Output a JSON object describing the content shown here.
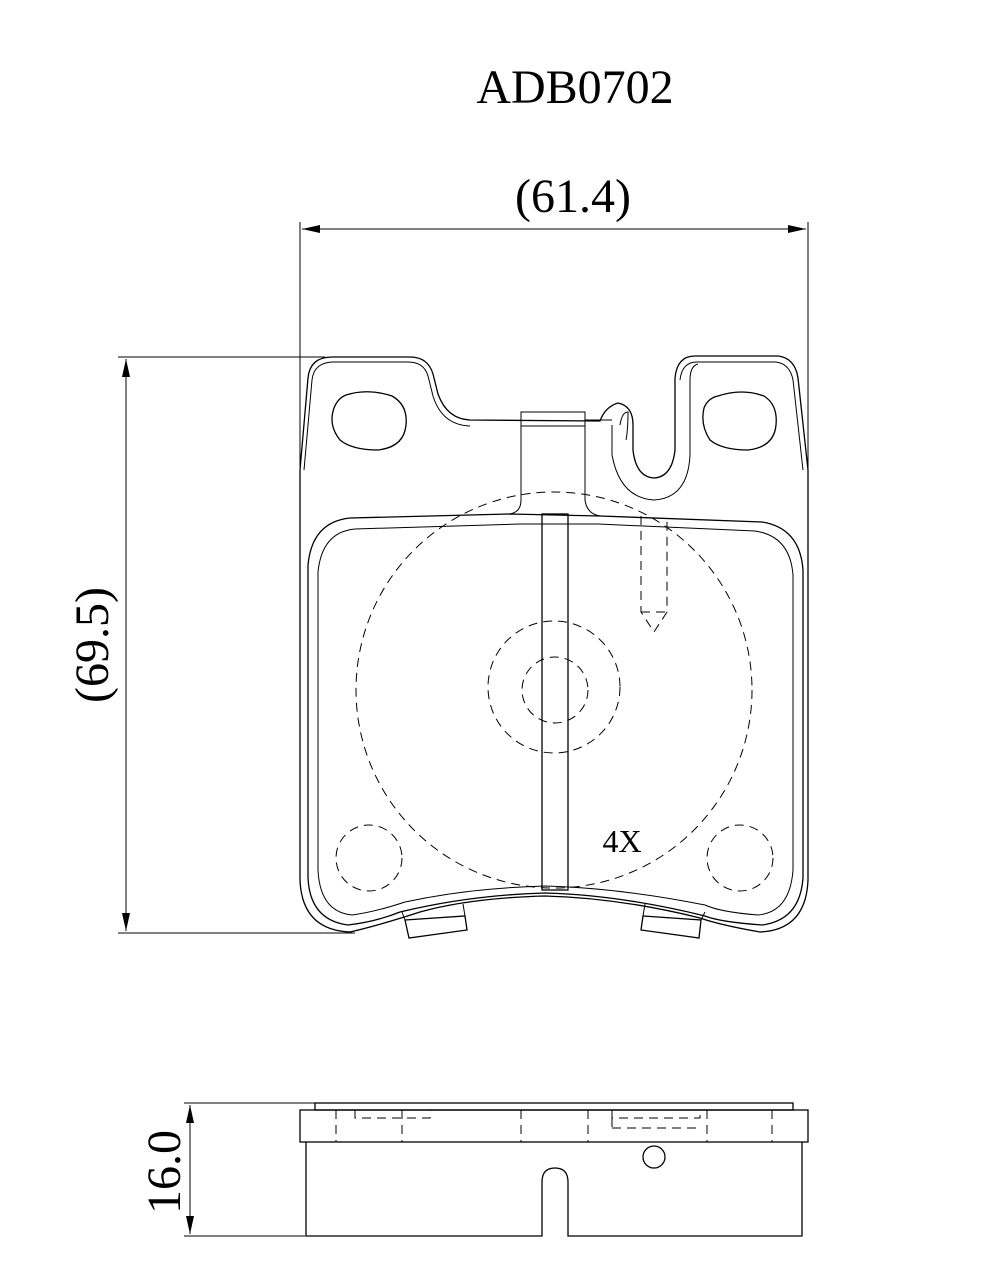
{
  "part_number": "ADB0702",
  "dimensions": {
    "width": "(61.4)",
    "height": "(69.5)",
    "thickness": "16.0"
  },
  "annotation": "4X"
}
